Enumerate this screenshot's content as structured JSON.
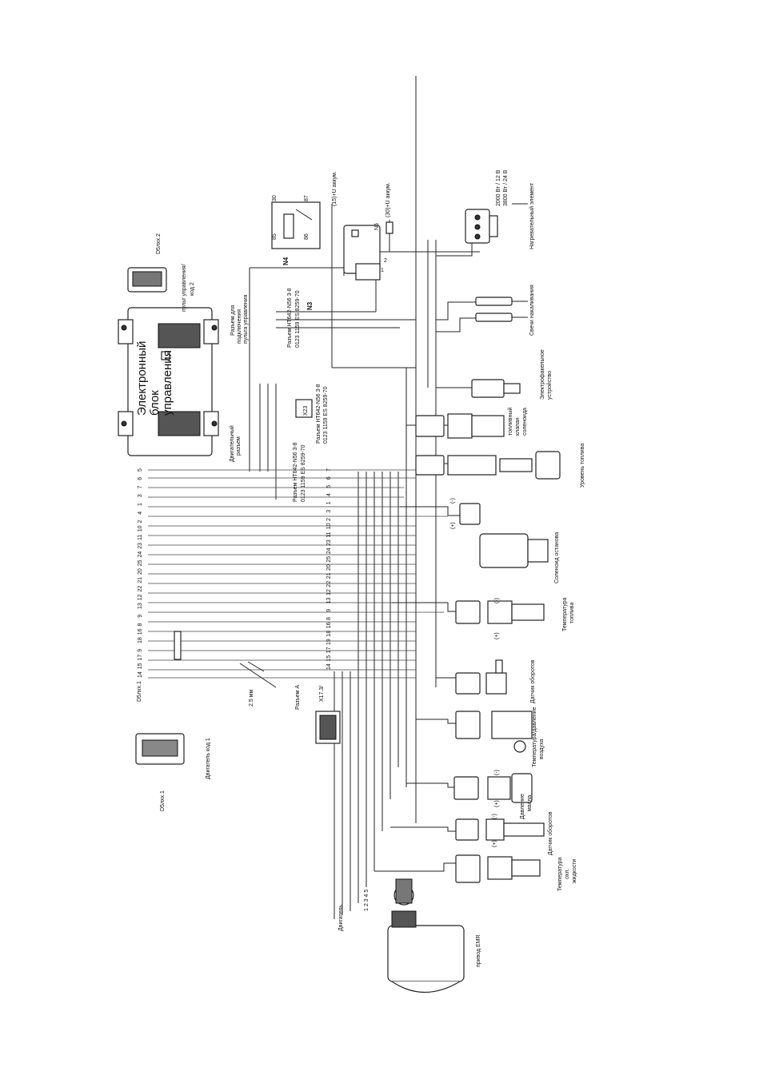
{
  "labels": {
    "ecu_title_1": "Электронный",
    "ecu_title_2": "блок",
    "ecu_title_3": "управления",
    "d5xx2": "D5лхх.2",
    "panel_1": "пульт управления/",
    "panel_2": "код 2",
    "conn_panel_1": "Разъем для",
    "conn_panel_2": "подключения",
    "conn_panel_3": "пульта управления",
    "engine_conn_1": "Двигательный",
    "engine_conn_2": "разъем",
    "conn_n3_1": "Разъем HT642-N56 3-8",
    "conn_n3_2": "0123 1159 ES 8259-70",
    "n3": "N3",
    "relay_n4": "N4",
    "relay_30": "30",
    "relay_87": "87",
    "relay_85": "85",
    "relay_86": "86",
    "plus15": "(15)+U аккум.",
    "plus30": "(30)+U аккум.",
    "n5": "N5",
    "n5_1": "1",
    "n5_2": "2",
    "x23": "X23",
    "conn_x23_1": "Разъем HT642-N56 3-8",
    "conn_x23_2": "0123 1159 ES 8259-70",
    "conn_main_1": "Разъем HT642-N56 3-8",
    "conn_main_2": "0123 1159 ES 8259-70",
    "pins_top": [
      "5",
      "6",
      "7",
      "3",
      "1",
      "4",
      "2",
      "10",
      "11",
      "23",
      "24",
      "25",
      "20",
      "21",
      "22",
      "12",
      "13",
      "9",
      "8",
      "16",
      "18",
      "9",
      "17",
      "15",
      "14"
    ],
    "pins_bottom": [
      "14",
      "15",
      "17",
      "19",
      "18",
      "16",
      "8",
      "9",
      "13",
      "12",
      "22",
      "21",
      "20",
      "25",
      "24",
      "23",
      "11",
      "10",
      "2",
      "3",
      "1",
      "4",
      "5",
      "6",
      "7"
    ],
    "d5xx1_pins": "D5лхх.1",
    "wire_size": "2.5 мм",
    "connector_a": "Разъем А",
    "x17": "X17.3/",
    "engine_code": "Двигатель код 1",
    "d5xx1": "D5лхх.1",
    "engine_label": "Двигатель",
    "emr": "привод EMR",
    "emr_pins": "1 2 3 4 5",
    "glow_1": "Свечи накаливания",
    "heater_1": "Нагревательный элемент",
    "heater_spec_1": "2000 Вт / 12 В",
    "heater_spec_2": "3800 Вт / 24 В",
    "electrofakel_1": "Электрофакельное",
    "electrofakel_2": "устройство",
    "fuel_valve_1": "топливный",
    "fuel_valve_2": "клапан",
    "fuel_valve_3": "соленоида",
    "fuel_level": "Уровень топлива",
    "stop_solenoid": "Соленоид останова",
    "fuel_temp_1": "Температура",
    "fuel_temp_2": "топлива",
    "speed_sensor_1": "Датчик оборотов",
    "air_1": "Температура/давление",
    "air_2": "воздуха",
    "oil_1": "Давление",
    "oil_2": "масла",
    "speed_sensor_2": "Датчик оборотов",
    "coolant_1": "Температура",
    "coolant_2": "охл.",
    "coolant_3": "жидкости",
    "plus": "(+)",
    "minus": "(-)"
  }
}
